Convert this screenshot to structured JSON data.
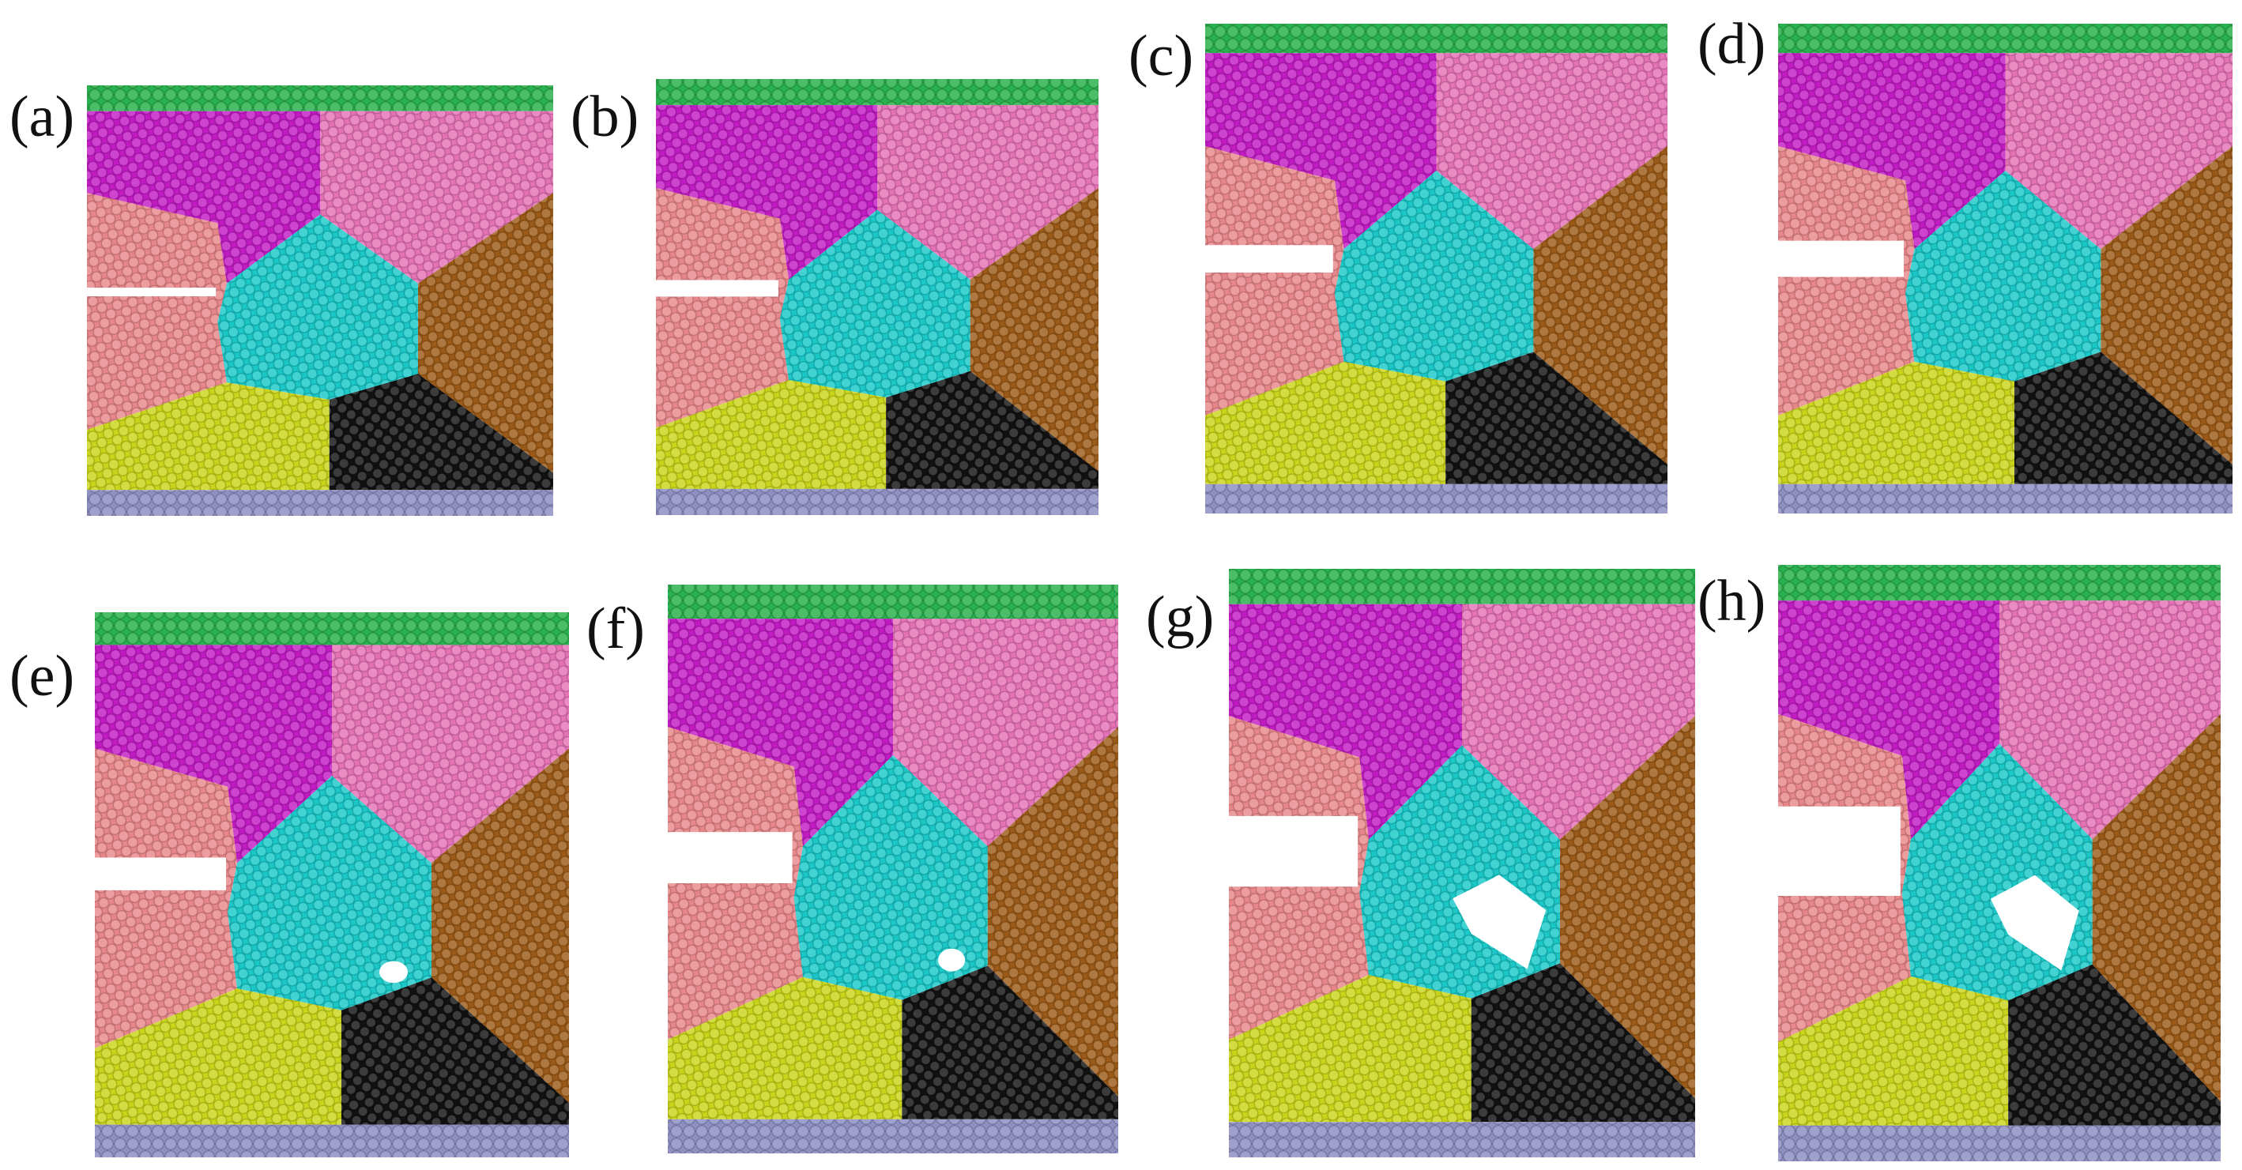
{
  "figure": {
    "description_free": true,
    "colors": {
      "top_layer": "#2bb04e",
      "bottom_layer": "#8f8fc4",
      "grain_magenta": "#c21bc4",
      "grain_pink": "#e572b6",
      "grain_salmon": "#e8878a",
      "grain_cyan": "#1ac8c8",
      "grain_brown": "#9b5a17",
      "grain_yellow": "#c9d41a",
      "grain_black": "#111111",
      "void": "#ffffff"
    },
    "panels": [
      {
        "label": "(a)",
        "crack": "open-notch",
        "void": "none"
      },
      {
        "label": "(b)",
        "crack": "open-notch",
        "void": "none"
      },
      {
        "label": "(c)",
        "crack": "open-notch",
        "void": "none"
      },
      {
        "label": "(d)",
        "crack": "open-notch",
        "void": "none"
      },
      {
        "label": "(e)",
        "crack": "open-notch",
        "void": "small"
      },
      {
        "label": "(f)",
        "crack": "open-notch",
        "void": "small"
      },
      {
        "label": "(g)",
        "crack": "open-notch",
        "void": "large"
      },
      {
        "label": "(h)",
        "crack": "open-notch",
        "void": "large"
      }
    ]
  }
}
